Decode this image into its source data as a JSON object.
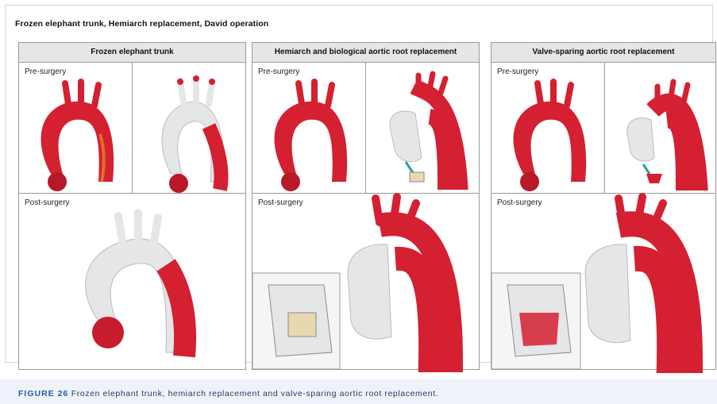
{
  "figure_title": "Frozen elephant trunk, Hemiarch replacement, David operation",
  "panels": [
    {
      "header": "Frozen elephant trunk",
      "pre_label": "Pre-surgery",
      "post_label": "Post-surgery"
    },
    {
      "header": "Hemiarch and biological aortic root replacement",
      "pre_label": "Pre-surgery",
      "post_label": "Post-surgery"
    },
    {
      "header": "Valve-sparing aortic root replacement",
      "pre_label": "Pre-surgery",
      "post_label": "Post-surgery"
    }
  ],
  "caption": {
    "label": "FIGURE 26",
    "text": "Frozen elephant trunk, hemiarch replacement and valve-sparing aortic root replacement."
  },
  "colors": {
    "aorta_red": "#d42030",
    "aorta_dark": "#a01420",
    "graft_white": "#e4e6e8",
    "header_gray": "#e6e6e6",
    "caption_blue": "#1f5fa8"
  }
}
